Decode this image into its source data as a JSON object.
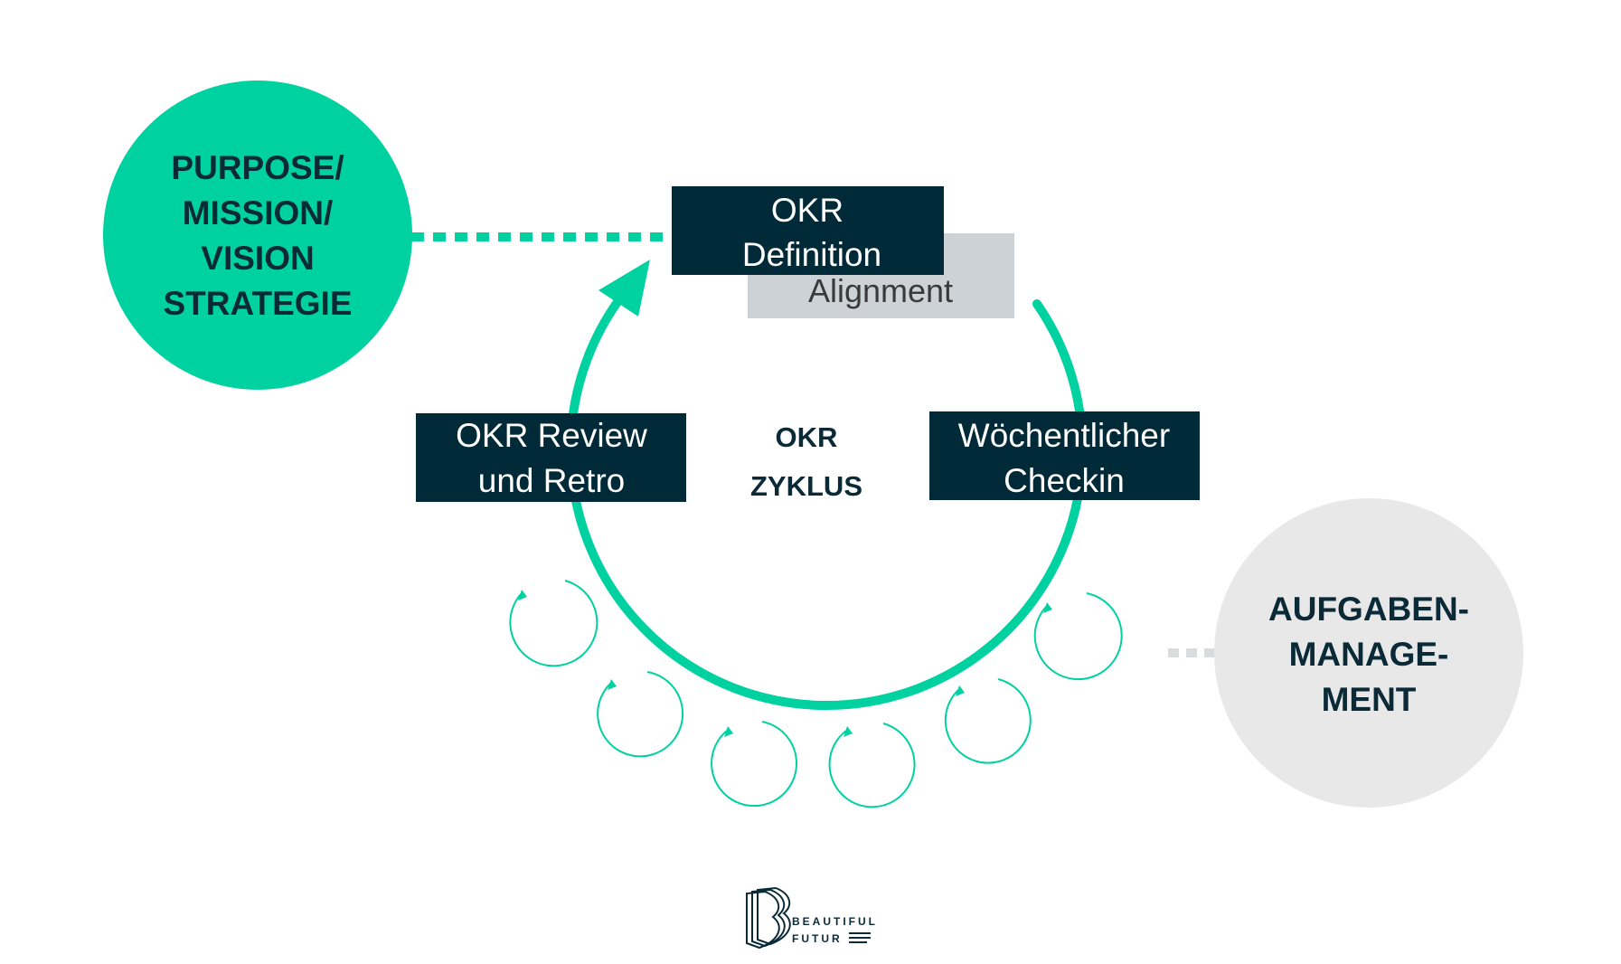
{
  "colors": {
    "teal": "#00d1a0",
    "navy": "#002a38",
    "light_gray": "#e8e8e8",
    "alignment_gray": "#cdd2d6",
    "dark_text": "#0b2a38"
  },
  "purpose_circle": {
    "lines": [
      "PURPOSE/",
      "MISSION/",
      "VISION",
      "STRATEGIE"
    ]
  },
  "task_circle": {
    "lines": [
      "AUFGABEN-",
      "MANAGE-",
      "MENT"
    ]
  },
  "cycle_center": {
    "lines": [
      "OKR",
      "ZYKLUS"
    ]
  },
  "boxes": {
    "definition": [
      "OKR",
      "Definition"
    ],
    "alignment": "Alignment",
    "review": [
      "OKR Review",
      "und Retro"
    ],
    "checkin": [
      "Wöchentlicher",
      "Checkin"
    ]
  },
  "logo": {
    "line1": "BEAUTIFUL",
    "line2": "FUTUR"
  },
  "icons": [
    "cycle-arrow-icon",
    "small-loop-icon",
    "beautiful-future-logo-icon"
  ]
}
